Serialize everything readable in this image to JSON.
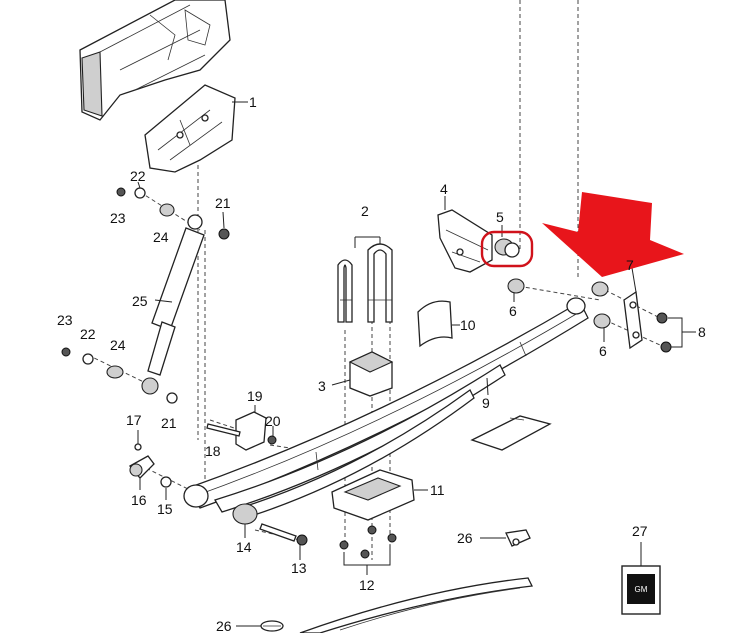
{
  "labels": {
    "p1": "1",
    "p2": "2",
    "p3": "3",
    "p4": "4",
    "p5": "5",
    "p6a": "6",
    "p6b": "6",
    "p7": "7",
    "p8": "8",
    "p9": "9",
    "p10": "10",
    "p11": "11",
    "p12": "12",
    "p13": "13",
    "p14": "14",
    "p15": "15",
    "p16": "16",
    "p17": "17",
    "p18": "18",
    "p19": "19",
    "p20": "20",
    "p21a": "21",
    "p21b": "21",
    "p22a": "22",
    "p22b": "22",
    "p23a": "23",
    "p23b": "23",
    "p24a": "24",
    "p24b": "24",
    "p25": "25",
    "p26a": "26",
    "p26b": "26",
    "p27": "27"
  },
  "badge_text": "GM",
  "colors": {
    "arrow": "#e8151b",
    "highlight_circle": "#d0121b",
    "line": "#222222"
  },
  "icons": {
    "pointer": "red-arrow-icon",
    "highlight": "highlight-circle-icon"
  }
}
